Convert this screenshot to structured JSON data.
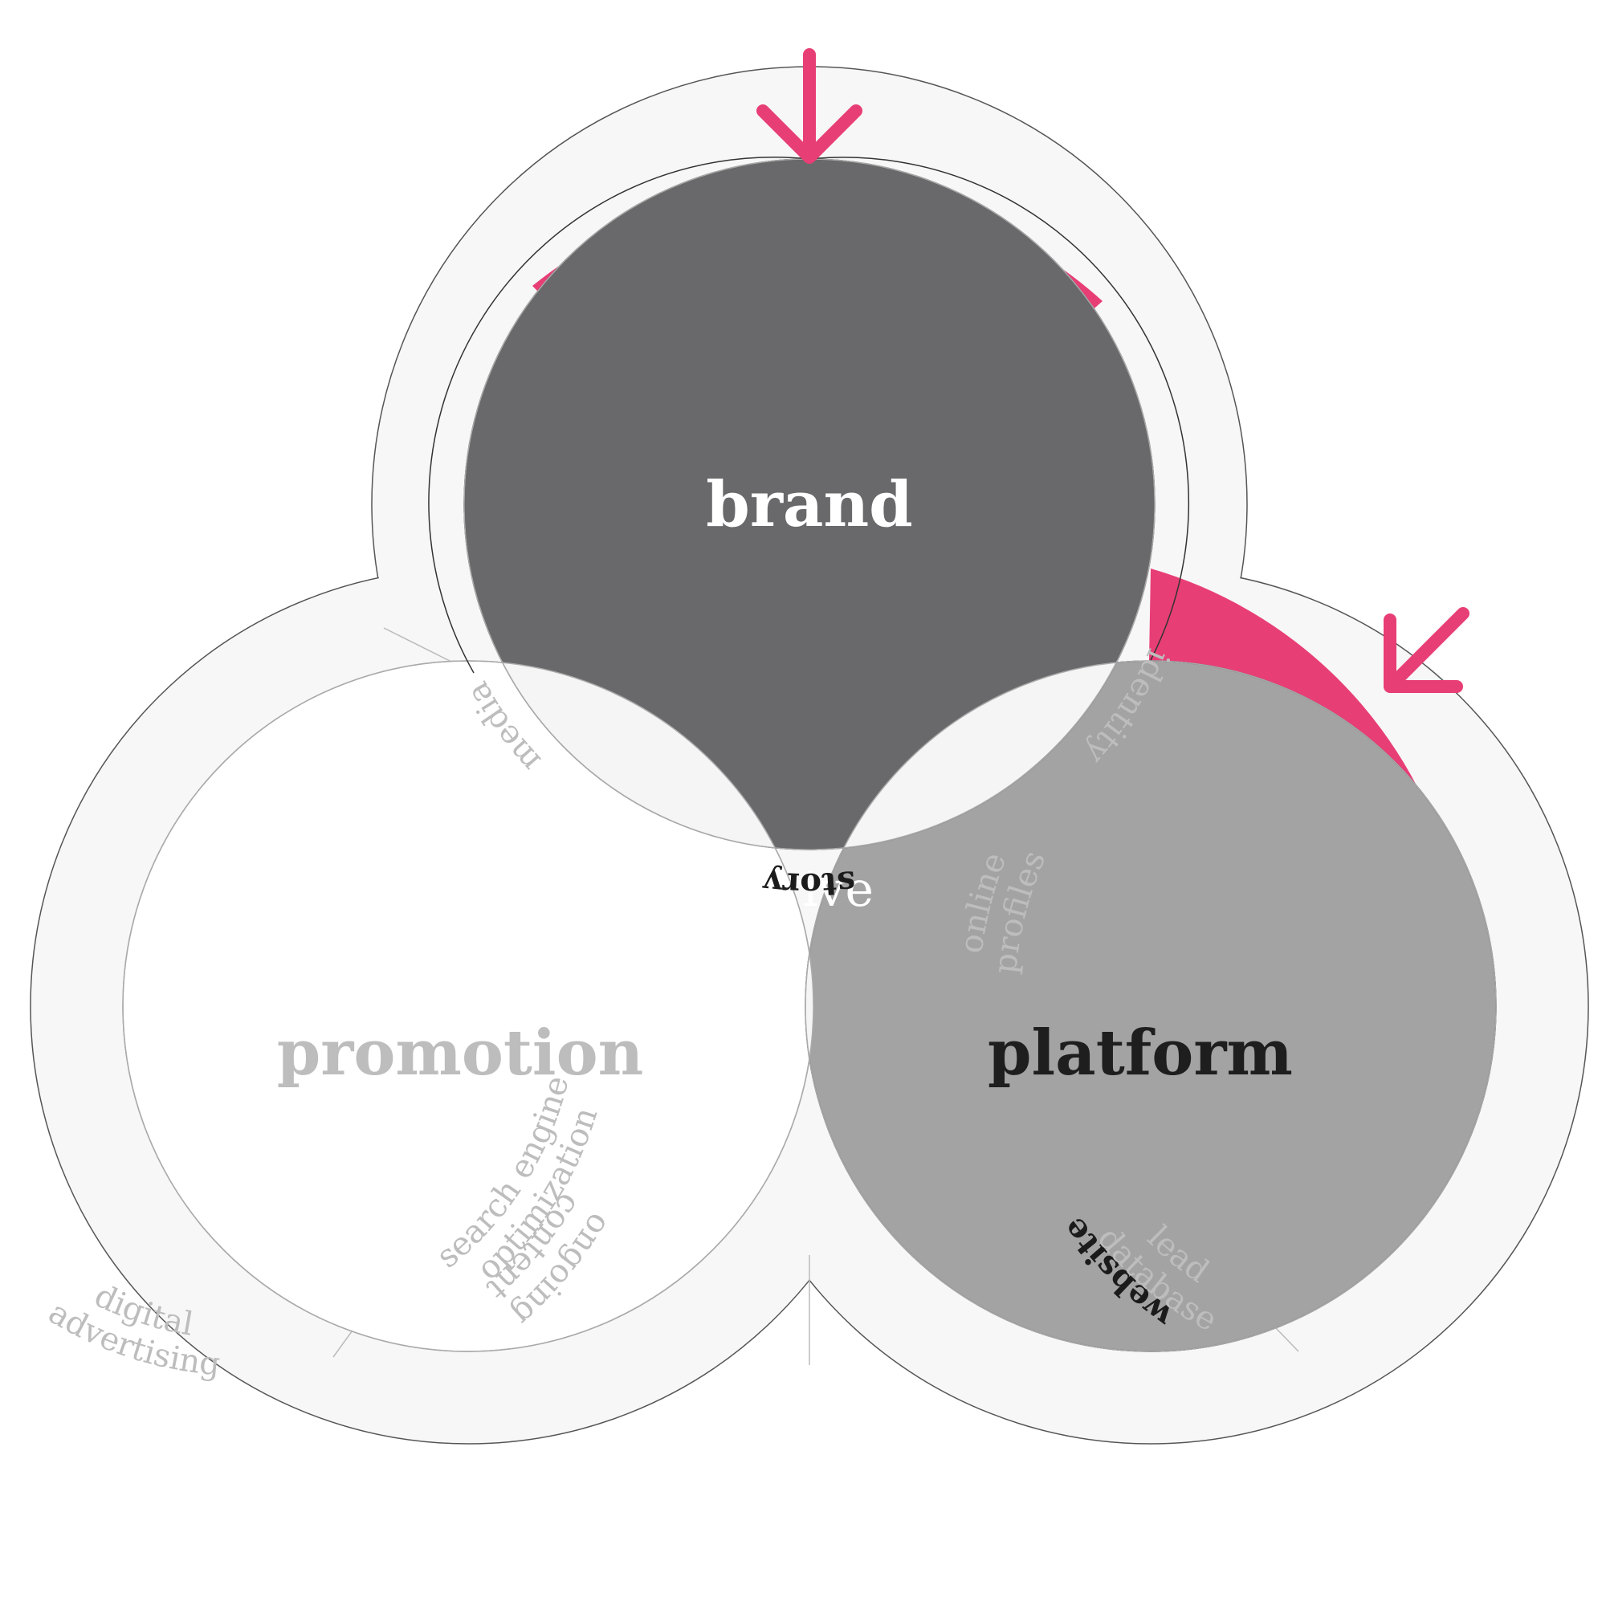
{
  "diagram": {
    "center_label": "thrive",
    "circles": {
      "top": {
        "label": "brand",
        "fill": "#69696b",
        "label_color": "#ffffff"
      },
      "right": {
        "label": "platform",
        "fill": "#a3a3a3",
        "label_color": "#1e1e1e"
      },
      "left": {
        "label": "promotion",
        "fill": "#ffffff",
        "label_color": "#bdbdbd"
      }
    },
    "segments": {
      "story": "story",
      "media": "media",
      "identity": "identity",
      "website": "website",
      "online_profiles": [
        "online",
        "profiles"
      ],
      "lead_database": [
        "lead",
        "database"
      ],
      "digital_advertising": [
        "digital",
        "advertising"
      ],
      "seo": [
        "search engine",
        "optimization"
      ],
      "ongoing_content": [
        "ongoing",
        "content"
      ]
    },
    "colors": {
      "accent": "#e83e76",
      "ring": "#f7f7f7",
      "overlap": "#f5f5f5",
      "center": "#c2c2c2",
      "ring_text": "#bdbdbd",
      "highlight_text": "#1b1b1b"
    },
    "highlighted": [
      "story",
      "website"
    ]
  }
}
